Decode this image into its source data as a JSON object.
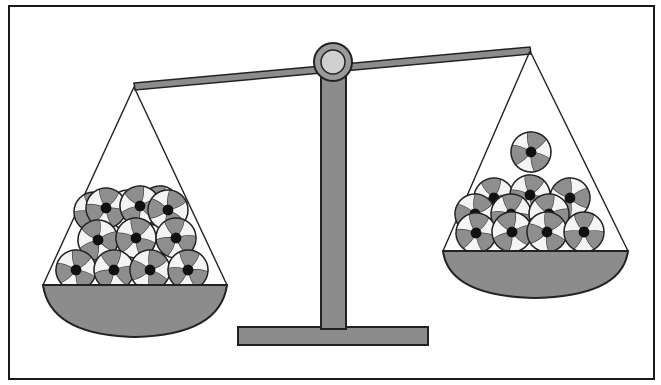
{
  "colors": {
    "frame": "#1a1a1a",
    "metal": "#8c8c8c",
    "metal_outline": "#222222",
    "ball_gray": "#8e8e8e",
    "ball_white": "#f4f4f4",
    "ball_center": "#111111"
  },
  "scale": {
    "pivot_icon": "scale-pivot-circle",
    "left_pan": {
      "ball_count": 13
    },
    "right_pan": {
      "ball_count": 11
    }
  }
}
